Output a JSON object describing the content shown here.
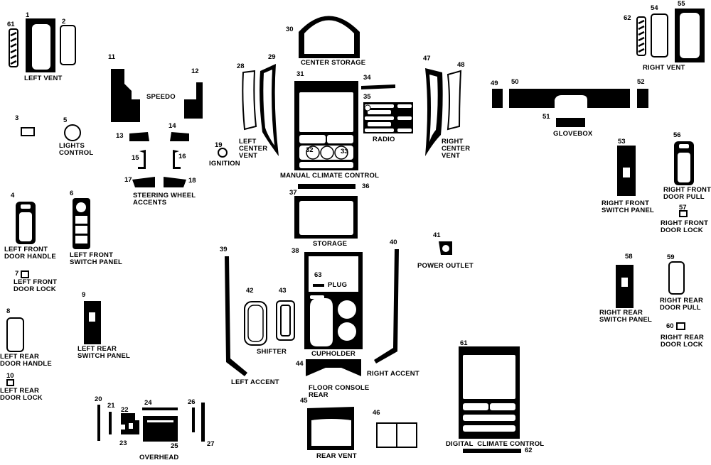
{
  "numbers": {
    "n1": "1",
    "n2": "2",
    "n3": "3",
    "n4": "4",
    "n5": "5",
    "n6": "6",
    "n7": "7",
    "n8": "8",
    "n9": "9",
    "n10": "10",
    "n11": "11",
    "n12": "12",
    "n13": "13",
    "n14": "14",
    "n15": "15",
    "n16": "16",
    "n17": "17",
    "n18": "18",
    "n19": "19",
    "n20": "20",
    "n21": "21",
    "n22": "22",
    "n23": "23",
    "n24": "24",
    "n25": "25",
    "n26": "26",
    "n27": "27",
    "n28": "28",
    "n29": "29",
    "n30": "30",
    "n31": "31",
    "n32": "32",
    "n33": "33",
    "n34": "34",
    "n35": "35",
    "n36": "36",
    "n37": "37",
    "n38": "38",
    "n39": "39",
    "n40": "40",
    "n41": "41",
    "n42": "42",
    "n43": "43",
    "n44": "44",
    "n45": "45",
    "n46": "46",
    "n47": "47",
    "n48": "48",
    "n49": "49",
    "n50": "50",
    "n51": "51",
    "n52": "52",
    "n53": "53",
    "n54": "54",
    "n55": "55",
    "n56": "56",
    "n57": "57",
    "n58": "58",
    "n59": "59",
    "n60": "60",
    "n61a": "61",
    "n61b": "61",
    "n62a": "62",
    "n62b": "62",
    "n63": "63"
  },
  "labels": {
    "left_vent": "LEFT VENT",
    "speedo": "SPEEDO",
    "lights_control": "LIGHTS\nCONTROL",
    "ignition": "IGNITION",
    "steering_wheel_accents": "STEERING WHEEL\nACCENTS",
    "left_front_door_handle": "LEFT FRONT\nDOOR HANDLE",
    "left_front_switch_panel": "LEFT FRONT\nSWITCH PANEL",
    "left_front_door_lock": "LEFT FRONT\nDOOR LOCK",
    "left_rear_door_handle": "LEFT REAR\nDOOR HANDLE",
    "left_rear_switch_panel": "LEFT REAR\nSWITCH PANEL",
    "left_rear_door_lock": "LEFT REAR\nDOOR LOCK",
    "overhead": "OVERHEAD",
    "center_storage": "CENTER STORAGE",
    "left_center_vent": "LEFT\nCENTER\nVENT",
    "manual_climate_control": "MANUAL CLIMATE CONTROL",
    "radio": "RADIO",
    "right_center_vent": "RIGHT\nCENTER\nVENT",
    "storage": "STORAGE",
    "plug": "PLUG",
    "shifter": "SHIFTER",
    "cupholder": "CUPHOLDER",
    "left_accent": "LEFT ACCENT",
    "right_accent": "RIGHT ACCENT",
    "floor_console_rear": "FLOOR CONSOLE\nREAR",
    "rear_vent": "REAR VENT",
    "power_outlet": "POWER OUTLET",
    "digital_climate_control": "DIGITAL  CLIMATE CONTROL",
    "right_vent": "RIGHT VENT",
    "glovebox": "GLOVEBOX",
    "right_front_switch_panel": "RIGHT FRONT\nSWITCH PANEL",
    "right_front_door_pull": "RIGHT FRONT\nDOOR PULL",
    "right_front_door_lock": "RIGHT FRONT\nDOOR LOCK",
    "right_rear_switch_panel": "RIGHT REAR\nSWITCH PANEL",
    "right_rear_door_pull": "RIGHT REAR\nDOOR PULL",
    "right_rear_door_lock": "RIGHT REAR\nDOOR LOCK"
  }
}
